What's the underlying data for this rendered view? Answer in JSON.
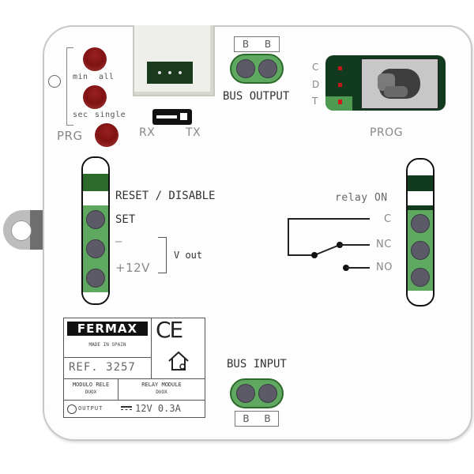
{
  "device": {
    "brand": "FERMAX",
    "made_in": "MADE IN SPAIN",
    "ref": "REF. 3257",
    "name_es": "MODULO RELE",
    "name_es_sub": "DUOX",
    "name_en": "RELAY MODULE",
    "name_en_sub": "DUOX",
    "output_label": "OUTPUT",
    "output_spec": "12V 0.3A",
    "ce_mark": "CE"
  },
  "leds": {
    "labels": [
      "min",
      "all",
      "sec",
      "single"
    ],
    "prg_label": "PRG"
  },
  "jumper": {
    "left": "RX",
    "right": "TX"
  },
  "bus_output": {
    "label": "BUS OUTPUT",
    "pins": [
      "B",
      "B"
    ]
  },
  "bus_input": {
    "label": "BUS INPUT",
    "pins": [
      "B",
      "B"
    ]
  },
  "prog": {
    "label": "PROG",
    "pins": [
      "C",
      "D",
      "T"
    ]
  },
  "left_terminal": {
    "labels": [
      "RESET / DISABLE",
      "SET",
      "–",
      "+12V"
    ],
    "vout_label": "V out"
  },
  "right_terminal": {
    "header": "relay ON",
    "labels": [
      "C",
      "NC",
      "NO"
    ]
  },
  "colors": {
    "terminal_green": "#5fa85f",
    "led_red": "#7a1010",
    "pcb_dark_green": "#123a1e"
  }
}
